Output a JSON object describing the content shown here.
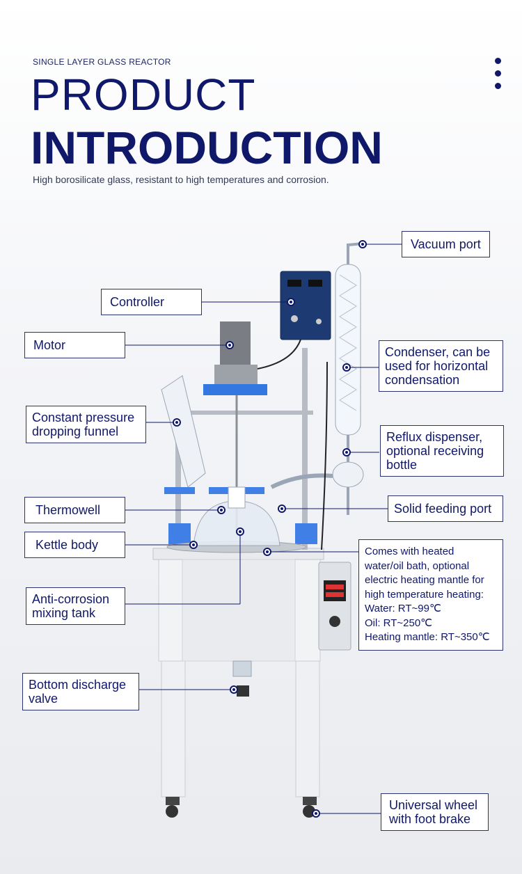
{
  "header": {
    "eyebrow": "SINGLE LAYER GLASS REACTOR",
    "title_line1": "PRODUCT",
    "title_line2": "INTRODUCTION",
    "subtitle": "High borosilicate glass, resistant to high temperatures and corrosion."
  },
  "labels": {
    "vacuum_port": "Vacuum port",
    "controller": "Controller",
    "motor": "Motor",
    "condenser_1": "Condenser, can be",
    "condenser_2": "used for horizontal",
    "condenser_3": "condensation",
    "funnel_1": "Constant pressure",
    "funnel_2": "dropping funnel",
    "reflux_1": "Reflux dispenser,",
    "reflux_2": "optional receiving",
    "reflux_3": "bottle",
    "thermowell": "Thermowell",
    "solid_feeding_port": "Solid feeding port",
    "kettle_body": "Kettle body",
    "heating_1": "Comes with heated",
    "heating_2": "water/oil bath, optional",
    "heating_3": "electric heating mantle for",
    "heating_4": "high temperature heating:",
    "heating_5": "Water: RT~99℃",
    "heating_6": "Oil: RT~250℃",
    "heating_7": "Heating mantle: RT~350℃",
    "mixing_1": "Anti-corrosion",
    "mixing_2": "mixing tank",
    "valve_1": "Bottom discharge",
    "valve_2": "valve",
    "wheel_1": "Universal wheel",
    "wheel_2": "with foot brake"
  },
  "colors": {
    "navy": "#10186a",
    "accent_blue": "#2f6fe0"
  }
}
